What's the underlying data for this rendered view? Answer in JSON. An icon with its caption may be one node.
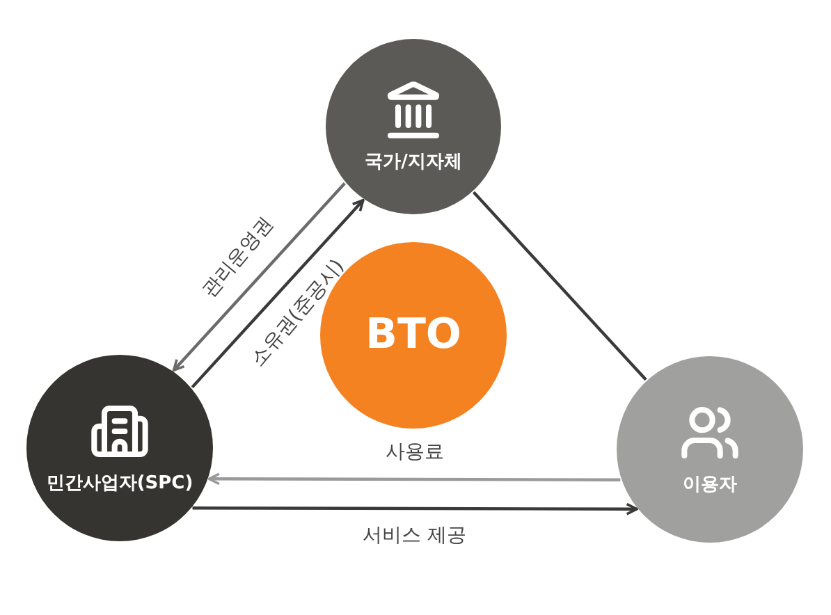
{
  "diagram": {
    "nodes": [
      {
        "text": [
          "국가/지자체"
        ]
      },
      {
        "text": [
          "BTO"
        ]
      },
      {
        "text": [
          "민간사업자(SPC)"
        ]
      },
      {
        "text": [
          "이용자"
        ]
      }
    ],
    "edges": [
      {
        "from": 0,
        "to": 2,
        "arrow": "to",
        "label": "관리운영권",
        "color": "#6b6b6b"
      },
      {
        "from": 2,
        "to": 0,
        "arrow": "to",
        "label": "소유권(준공시)"
      },
      {
        "from": 0,
        "to": 3,
        "arrow": "none"
      },
      {
        "from": 3,
        "to": 2,
        "arrow": "to",
        "label": "사용료",
        "color": "#9a9a9a"
      },
      {
        "from": 2,
        "to": 3,
        "arrow": "to",
        "label": "서비스 제공"
      }
    ]
  }
}
